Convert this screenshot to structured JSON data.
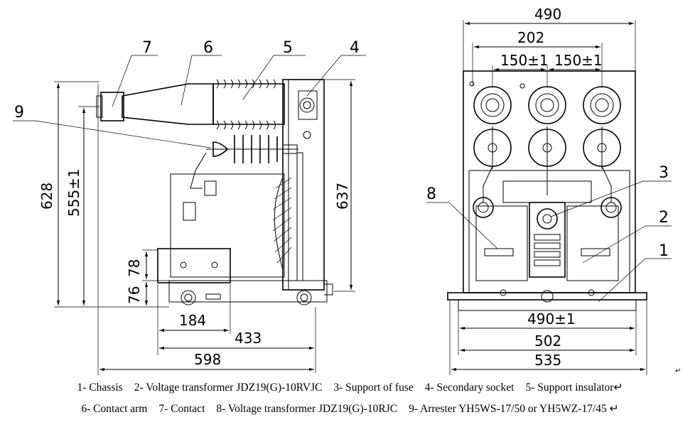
{
  "left_view": {
    "dims": {
      "overall_height": "628",
      "height_555": "555±1",
      "dim_78": "78",
      "dim_76": "76",
      "width_184": "184",
      "width_433": "433",
      "width_598": "598",
      "height_637": "637"
    },
    "callouts": [
      "7",
      "6",
      "5",
      "4",
      "9"
    ]
  },
  "right_view": {
    "dims": {
      "width_490": "490",
      "width_202": "202",
      "pitch_1": "150±1",
      "pitch_2": "150±1",
      "width_490_tol": "490±1",
      "width_502": "502",
      "width_535": "535"
    },
    "callouts": [
      "3",
      "8",
      "2",
      "1"
    ]
  },
  "legend": {
    "line1": [
      "1- Chassis",
      "2- Voltage transformer JDZ19(G)-10RVJC",
      "3- Support of fuse",
      "4- Secondary socket",
      "5- Support insulator↵"
    ],
    "line2": [
      "6- Contact arm",
      "7- Contact",
      "8- Voltage transformer JDZ19(G)-10RJC",
      "9- Arrester YH5WS-17/50 or YH5WZ-17/45 ↵"
    ],
    "return_mark": "↵"
  }
}
